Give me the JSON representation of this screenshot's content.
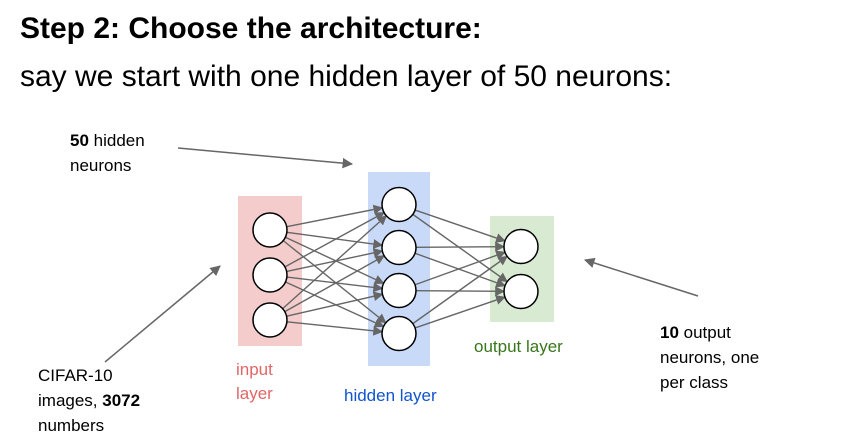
{
  "title": "Step 2: Choose the architecture:",
  "subtitle": "say we start with one hidden layer of 50 neurons:",
  "annotations": {
    "hidden": {
      "bold": "50",
      "rest": " hidden",
      "line2": "neurons"
    },
    "input": {
      "line1": "CIFAR-10",
      "line2_pre": "images, ",
      "line2_bold": "3072",
      "line3": "numbers"
    },
    "output": {
      "bold": "10",
      "rest": " output",
      "line2": "neurons, one",
      "line3": "per class"
    }
  },
  "layers": {
    "input": {
      "label_line1": "input",
      "label_line2": "layer",
      "color": "#e06666",
      "fill": "#f4cccc",
      "nodes": 3
    },
    "hidden": {
      "label": "hidden layer",
      "color": "#1155cc",
      "fill": "#c9daf8",
      "nodes": 4
    },
    "output": {
      "label": "output layer",
      "color": "#38761d",
      "fill": "#d9ead3",
      "nodes": 2
    }
  },
  "colors": {
    "edge": "#666666",
    "node_stroke": "#000000",
    "node_fill": "#ffffff"
  }
}
